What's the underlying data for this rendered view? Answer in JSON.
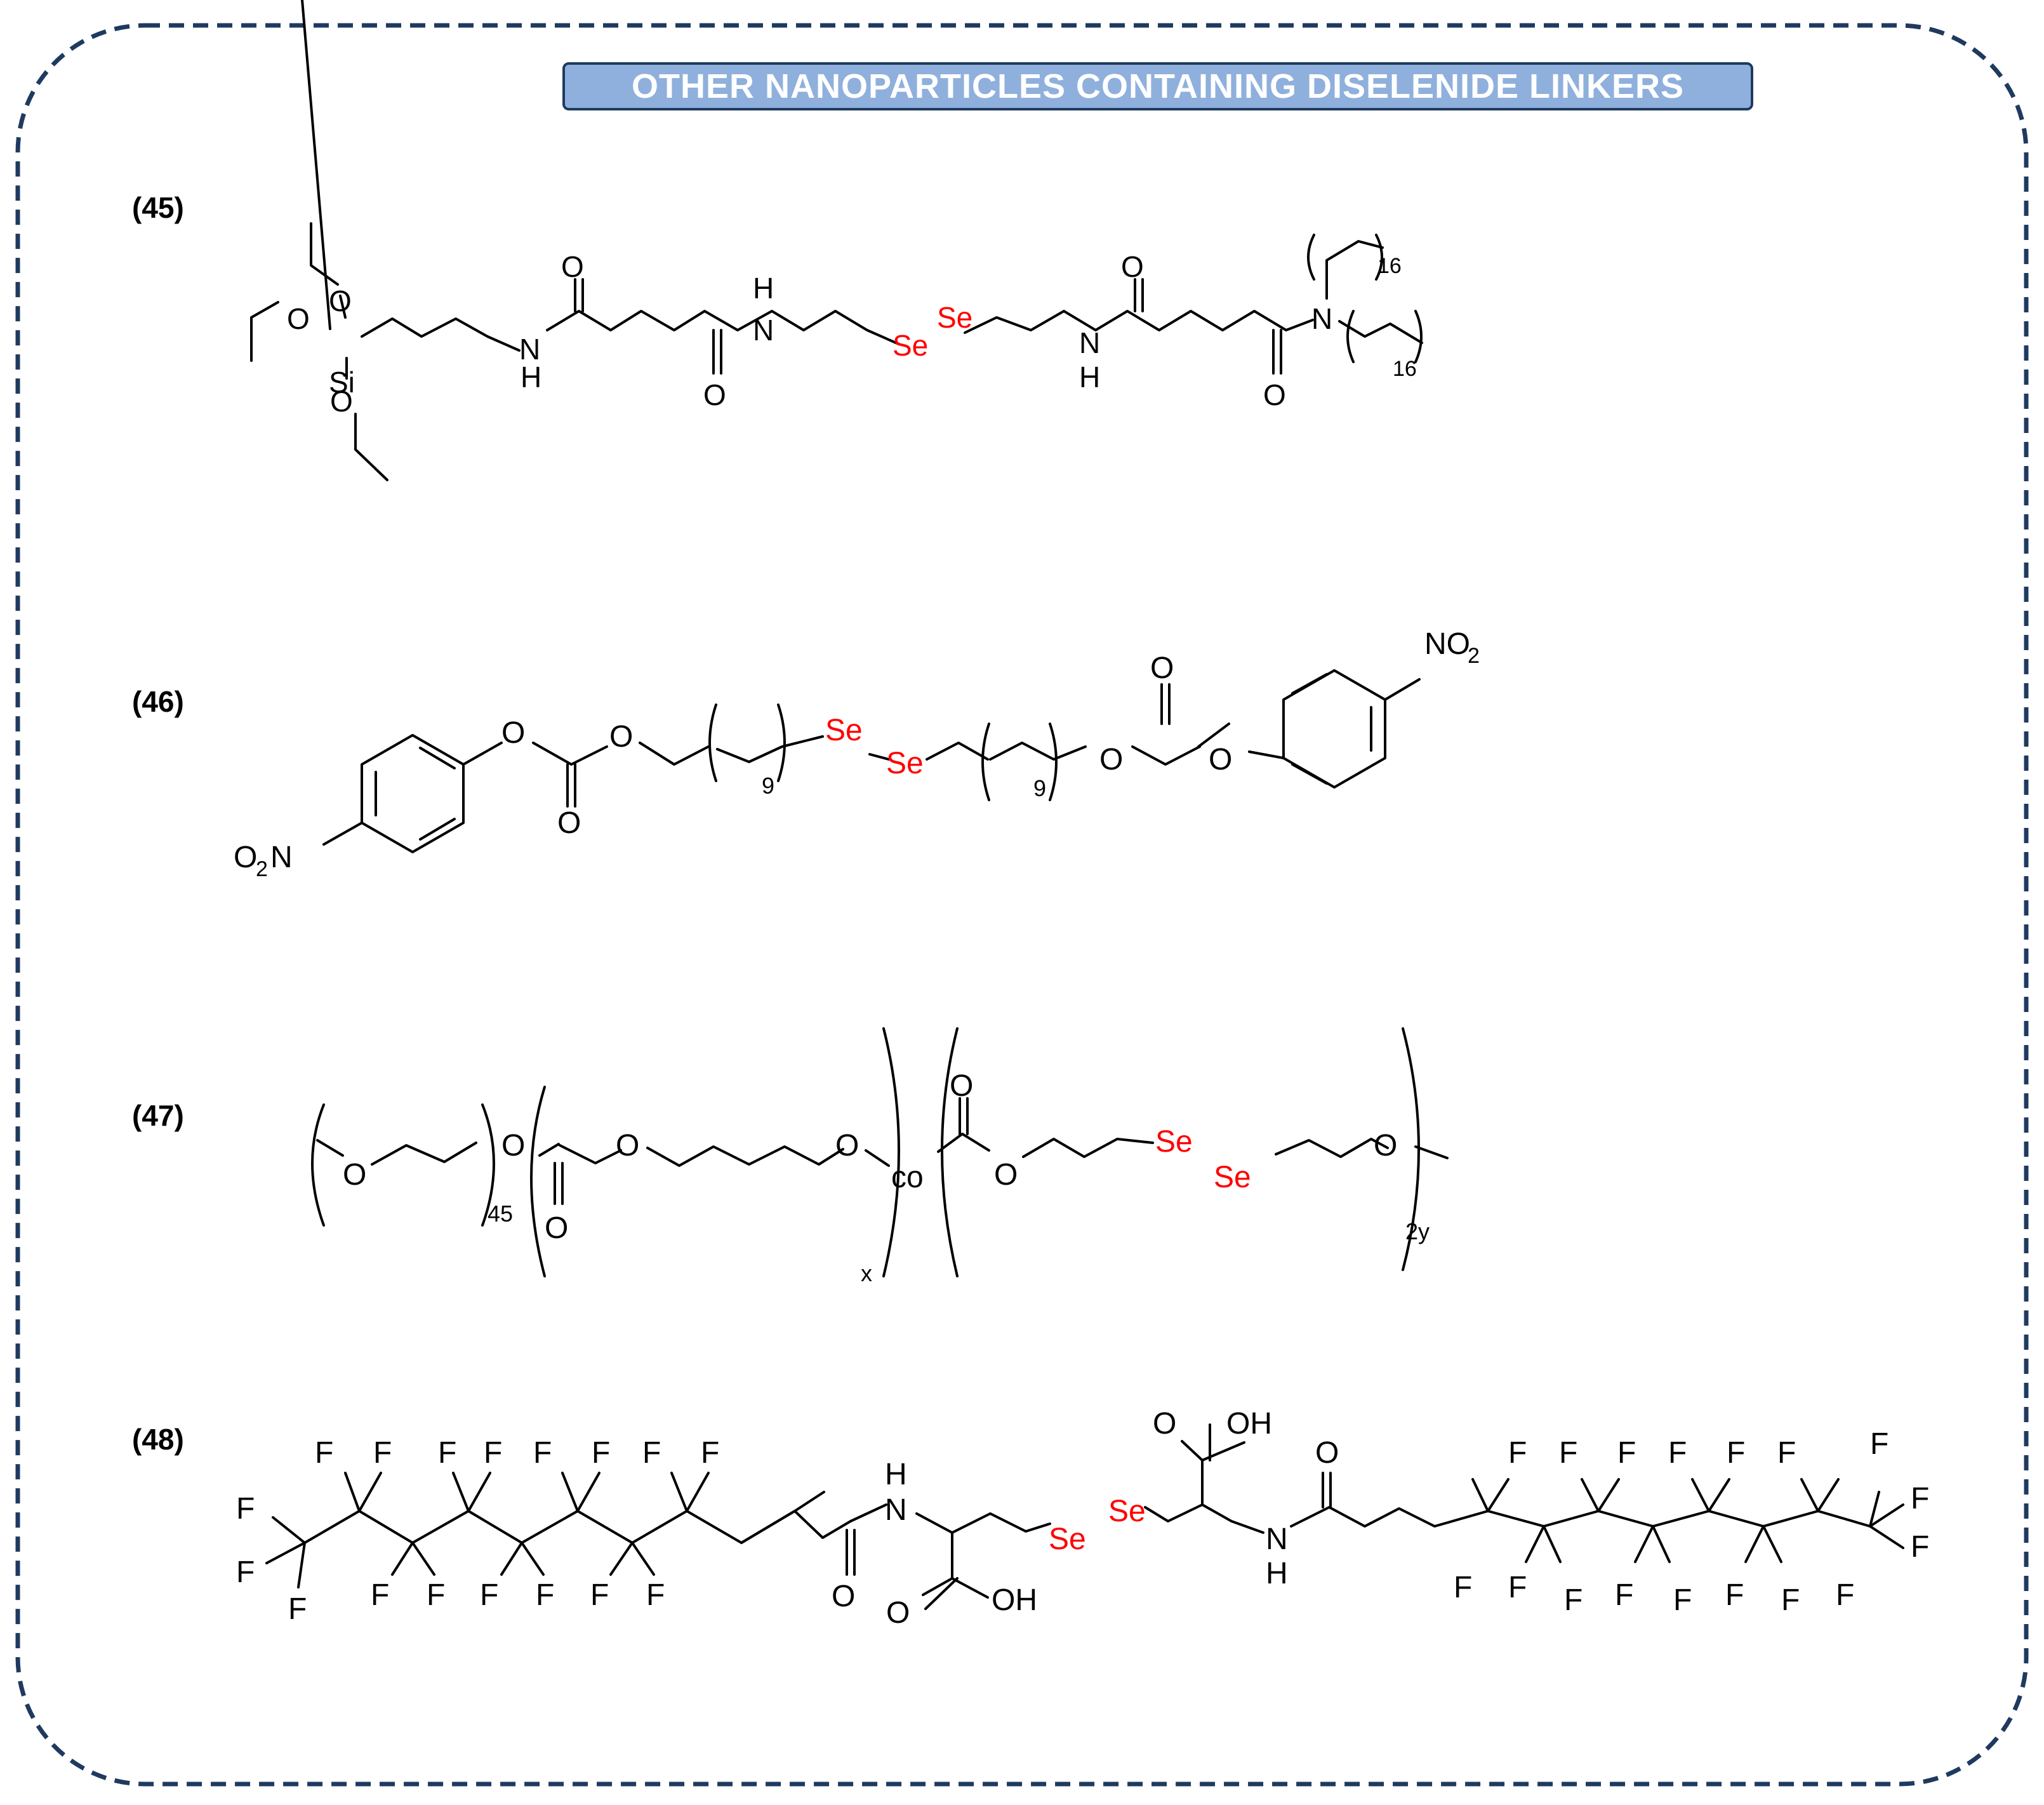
{
  "banner": {
    "title": "OTHER NANOPARTICLES CONTAINING DISELENIDE LINKERS"
  },
  "colors": {
    "frame": "#1f3a5f",
    "banner_fill": "#8fb0dc",
    "selenium": "#ff0000",
    "bond": "#000000"
  },
  "compounds": [
    {
      "label": "(45)"
    },
    {
      "label": "(46)"
    },
    {
      "label": "(47)"
    },
    {
      "label": "(48)"
    }
  ],
  "atoms": {
    "o": "O",
    "n": "N",
    "h": "H",
    "si": "Si",
    "se": "Se",
    "f": "F",
    "oh": "OH",
    "no2_no": "NO",
    "no2_sub": "2",
    "o2n_o": "O",
    "o2n_sub": "2",
    "o2n_n": "N",
    "co": "co",
    "n16": "16",
    "n9": "9",
    "n45": "45",
    "x": "x",
    "y2": "2y"
  }
}
